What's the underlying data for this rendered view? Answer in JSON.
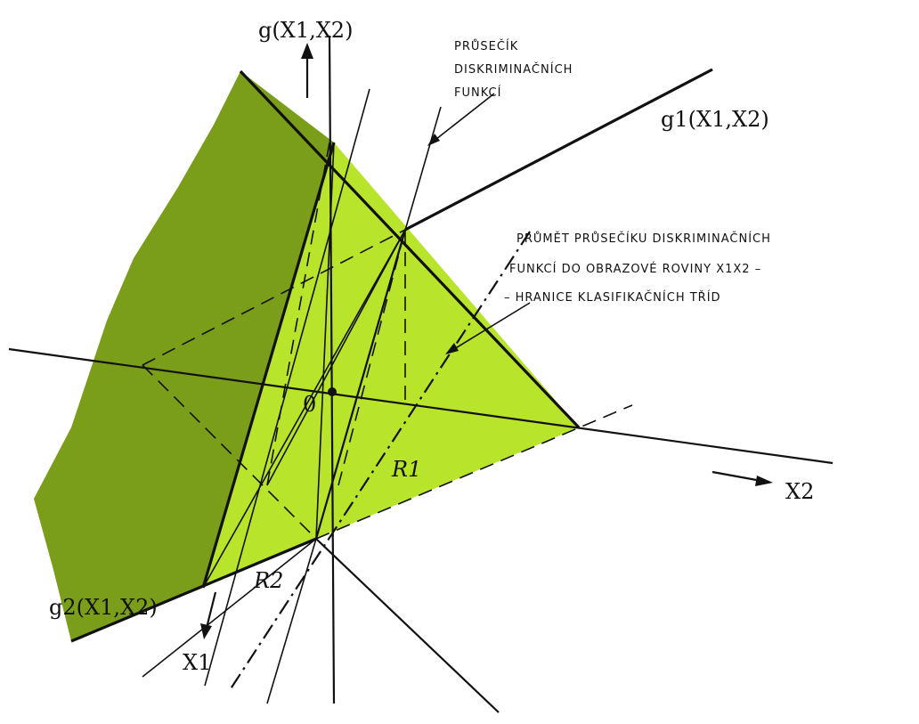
{
  "colors": {
    "dark_region": "#7A9E1A",
    "light_region": "#B8E42B",
    "ink": "#111111"
  },
  "labels": {
    "g_axis": "g(X1,X2)",
    "g1": "g1(X1,X2)",
    "g2": "g2(X1,X2)",
    "x1": "X1",
    "x2": "X2",
    "origin": "0",
    "r1": "R1",
    "r2": "R2"
  },
  "annotation_top": [
    "PRŮSEČÍK",
    "DISKRIMINAČNÍCH",
    "FUNKCÍ"
  ],
  "annotation_right": [
    "PRŮMĚT PRŮSEČÍKU DISKRIMINAČNÍCH",
    "FUNKCÍ DO OBRAZOVÉ ROVINY X1X2 –",
    "– HRANICE KLASIFIKAČNÍCH TŘÍD"
  ]
}
